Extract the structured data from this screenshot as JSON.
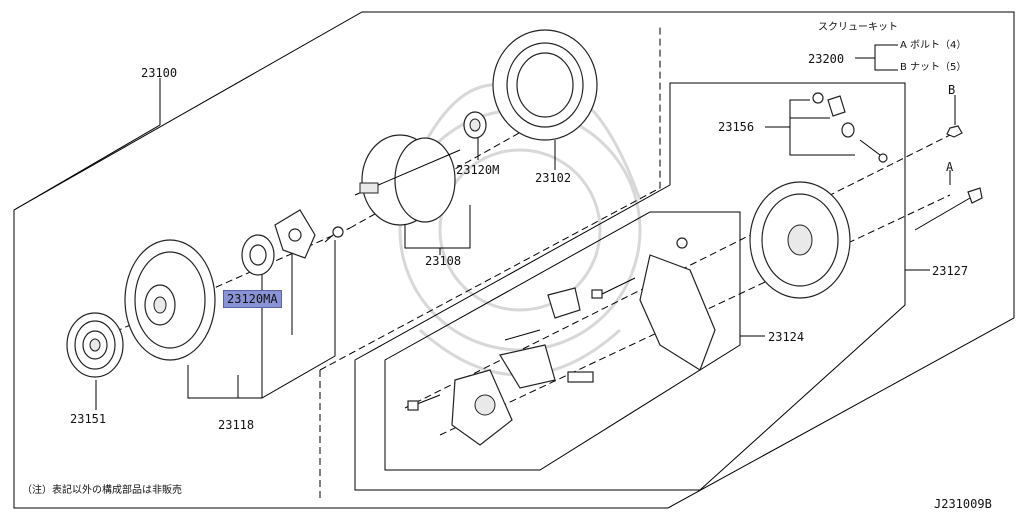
{
  "diagram_code": "J231009B",
  "note": "（注）表記以外の構成部品は非販売",
  "screw_kit": {
    "title": "スクリューキット",
    "part": "23200",
    "item_a": "A ボルト（4）",
    "item_b": "B ナット（5）"
  },
  "callouts": {
    "assembly": "23100",
    "stator": "23102",
    "rotor": "23108",
    "bearing_rear": "23120M",
    "bearing_front": "23120MA",
    "front_cover_set": "23118",
    "pulley": "23151",
    "terminal_kit": "23156",
    "rear_cover": "23127",
    "rectifier_set": "23124"
  },
  "markers": {
    "a": "A",
    "b": "B"
  },
  "highlight_color": "#8a93d6"
}
